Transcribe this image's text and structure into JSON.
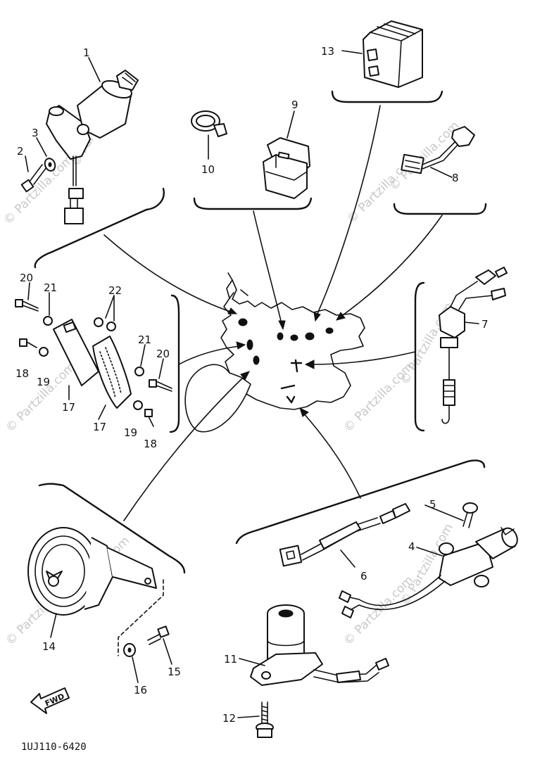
{
  "diagram_code": "1UJ110-6420",
  "watermark": "© Partzilla.com",
  "forward_label": "FWD",
  "callouts": {
    "c1": "1",
    "c2": "2",
    "c3": "3",
    "c4": "4",
    "c5": "5",
    "c6": "6",
    "c7": "7",
    "c8": "8",
    "c9": "9",
    "c10": "10",
    "c11": "11",
    "c12": "12",
    "c13": "13",
    "c14": "14",
    "c15": "15",
    "c16": "16",
    "c17a": "17",
    "c17b": "17",
    "c18a": "18",
    "c18b": "18",
    "c19a": "19",
    "c19b": "19",
    "c20a": "20",
    "c20b": "20",
    "c21a": "21",
    "c21b": "21",
    "c22": "22"
  }
}
